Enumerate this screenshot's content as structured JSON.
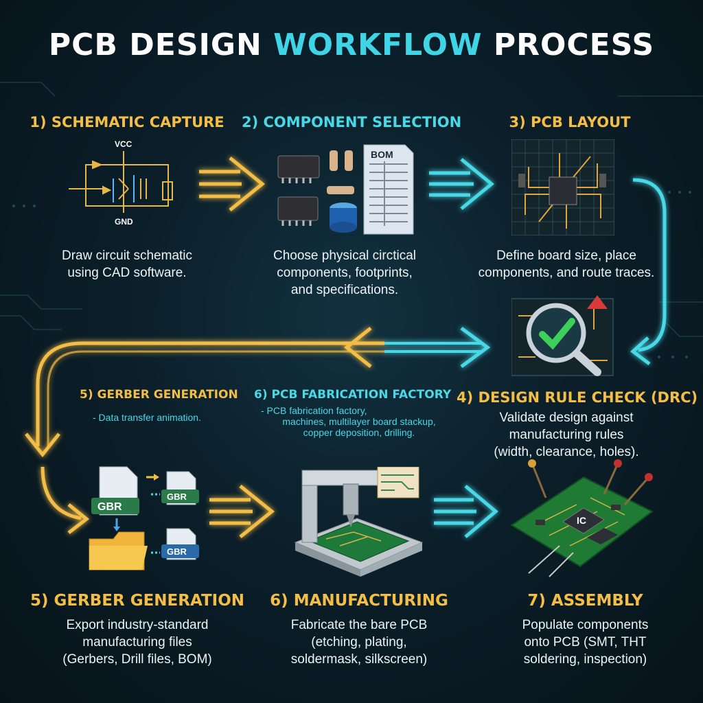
{
  "title": {
    "part1": "PCB DESIGN ",
    "highlight": "WORKFLOW",
    "part2": " PROCESS"
  },
  "steps": {
    "schematic": {
      "heading": "1) SCHEMATIC CAPTURE",
      "desc_line1": "Draw circuit schematic",
      "desc_line2": "using CAD software.",
      "vcc": "VCC",
      "gnd": "GND",
      "icon": "schematic-icon"
    },
    "components": {
      "heading": "2) COMPONENT SELECTION",
      "desc_line1": "Choose physical circtical",
      "desc_line2": "components, footprints,",
      "desc_line3": "and specifications.",
      "bom_label": "BOM",
      "icon": "components-icon"
    },
    "layout": {
      "heading": "3) PCB LAYOUT",
      "desc_line1": "Define board size, place",
      "desc_line2": "components, and route traces.",
      "icon": "pcb-layout-icon"
    },
    "drc": {
      "heading": "4) DESIGN RULE CHECK (DRC)",
      "desc_line1": "Validate design against",
      "desc_line2": "manufacturing rules",
      "desc_line3": "(width, clearance, holes).",
      "icon": "magnifier-check-icon"
    },
    "gerber_mid": {
      "heading": "5) GERBER GENERATION",
      "desc": "- Data transfer animation."
    },
    "fab_mid": {
      "heading": "6) PCB FABRICATION FACTORY",
      "desc_line1": "- PCB fabrication factory,",
      "desc_line2": "machines, multilayer board stackup,",
      "desc_line3": "copper deposition, drilling."
    },
    "gerber": {
      "heading": "5) GERBER GENERATION",
      "desc_line1": "Export industry-standard",
      "desc_line2": "manufacturing files",
      "desc_line3": "(Gerbers, Drill files, BOM)",
      "file_label": "GBR",
      "icon": "gerber-files-icon"
    },
    "manufacturing": {
      "heading": "6) MANUFACTURING",
      "desc_line1": "Fabricate the bare PCB",
      "desc_line2": "(etching, plating,",
      "desc_line3": "soldermask, silkscreen)",
      "icon": "cnc-machine-icon"
    },
    "assembly": {
      "heading": "7) ASSEMBLY",
      "desc_line1": "Populate components",
      "desc_line2": "onto PCB (SMT, THT",
      "desc_line3": "soldering, inspection)",
      "ic_label": "IC",
      "icon": "assembled-pcb-icon"
    }
  },
  "colors": {
    "gold": "#f3bd46",
    "cyan": "#49d8e6",
    "background": "#0b1f2a"
  }
}
